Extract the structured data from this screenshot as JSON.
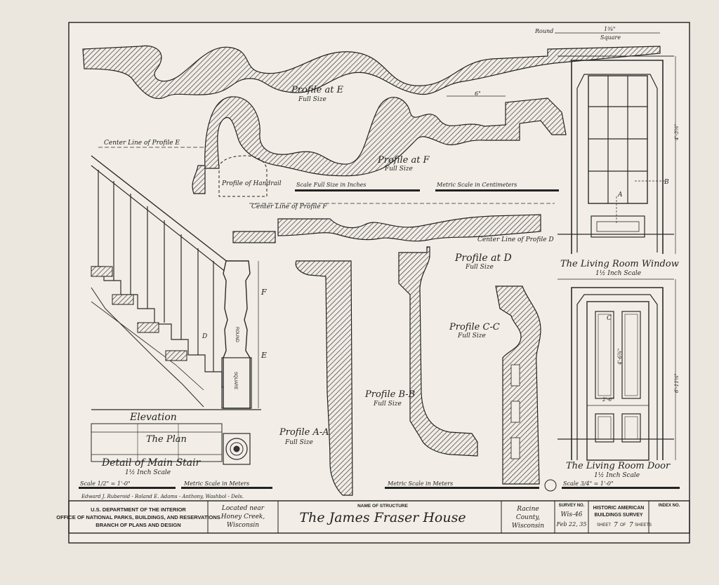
{
  "drawing": {
    "profiles": {
      "e": {
        "title": "Profile at E",
        "scale": "Full Size"
      },
      "f": {
        "title": "Profile at F",
        "scale": "Full Size"
      },
      "d": {
        "title": "Profile at D",
        "scale": "Full Size"
      },
      "cc": {
        "title": "Profile C-C",
        "scale": "Full Size"
      },
      "bb": {
        "title": "Profile B-B",
        "scale": "Full Size"
      },
      "aa": {
        "title": "Profile A-A",
        "scale": "Full Size"
      },
      "handrail": {
        "title": "Profile of Handrail"
      }
    },
    "notes": {
      "center_line_e": "Center Line of Profile E",
      "center_line_f": "Center Line of Profile F",
      "center_line_d": "Center Line of Profile D",
      "round": "Round",
      "square": "Square",
      "round_dim": "1⁵⁄₈\"",
      "f_dim": "6\""
    },
    "scales": {
      "inches": "Scale Full Size in Inches",
      "cm": "Metric Scale in Centimeters",
      "left_imperial": "Scale 1/2\" = 1'-0\"",
      "left_metric": "Metric Scale in Meters",
      "mid_metric": "Metric Scale in Meters",
      "right_imperial": "Scale 3/4\" = 1'-0\""
    },
    "stair": {
      "title": "Detail of Main Stair",
      "scale": "1½ Inch Scale",
      "elevation": "Elevation",
      "plan": "The Plan",
      "label_f": "F",
      "label_e": "E",
      "label_d": "D",
      "round_tag": "ROUND",
      "square_tag": "SQUARE"
    },
    "window": {
      "title": "The Living Room Window",
      "scale": "1½ Inch Scale",
      "label_a": "A",
      "label_b": "B",
      "dim_height": "4'-3⅝\""
    },
    "door": {
      "title": "The Living Room Door",
      "scale": "1½ Inch Scale",
      "label_c": "C",
      "dim_width": "2'-6\"",
      "dim_height": "6'-11⅛\"",
      "dim_panel": "4'-6¾\""
    },
    "delineators": "Edward J. Ruberoid - Roland E. Adams - Anthony, Washbol - Dels."
  },
  "title_block": {
    "agency_line1": "U.S. DEPARTMENT OF THE INTERIOR",
    "agency_line2": "OFFICE OF NATIONAL PARKS, BUILDINGS, AND RESERVATIONS",
    "agency_line3": "BRANCH OF PLANS AND DESIGN",
    "located_label": "Located near",
    "located_place": "Honey Creek,",
    "located_state": "Wisconsin",
    "name_label": "NAME OF STRUCTURE",
    "structure_name": "The James Fraser House",
    "county_line1": "Racine",
    "county_line2": "County,",
    "county_line3": "Wisconsin",
    "survey_label": "SURVEY NO.",
    "survey_no": "Wis-46",
    "survey_date": "Feb 22, 35",
    "habs_line1": "HISTORIC AMERICAN",
    "habs_line2": "BUILDINGS SURVEY",
    "sheet_label": "SHEET",
    "sheet_no": "7",
    "sheet_of": "OF",
    "sheet_total": "7",
    "sheets_label": "SHEETS",
    "index_label": "INDEX NO."
  }
}
